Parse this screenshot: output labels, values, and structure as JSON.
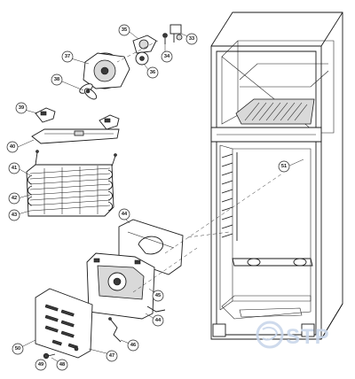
{
  "diagram": {
    "callouts": [
      {
        "id": "c33",
        "label": "33"
      },
      {
        "id": "c34",
        "label": "34"
      },
      {
        "id": "c35",
        "label": "35"
      },
      {
        "id": "c36",
        "label": "36"
      },
      {
        "id": "c37",
        "label": "37"
      },
      {
        "id": "c38",
        "label": "38"
      },
      {
        "id": "c39",
        "label": "39"
      },
      {
        "id": "c40",
        "label": "40"
      },
      {
        "id": "c41",
        "label": "41"
      },
      {
        "id": "c42",
        "label": "42"
      },
      {
        "id": "c43",
        "label": "43"
      },
      {
        "id": "c44a",
        "label": "44"
      },
      {
        "id": "c44b",
        "label": "44"
      },
      {
        "id": "c45",
        "label": "45"
      },
      {
        "id": "c46",
        "label": "46"
      },
      {
        "id": "c47",
        "label": "47"
      },
      {
        "id": "c48",
        "label": "48"
      },
      {
        "id": "c49",
        "label": "49"
      },
      {
        "id": "c50",
        "label": "50"
      },
      {
        "id": "c51",
        "label": "51"
      }
    ]
  },
  "watermark": {
    "text": "STP",
    "color": "#c9d6ea"
  }
}
